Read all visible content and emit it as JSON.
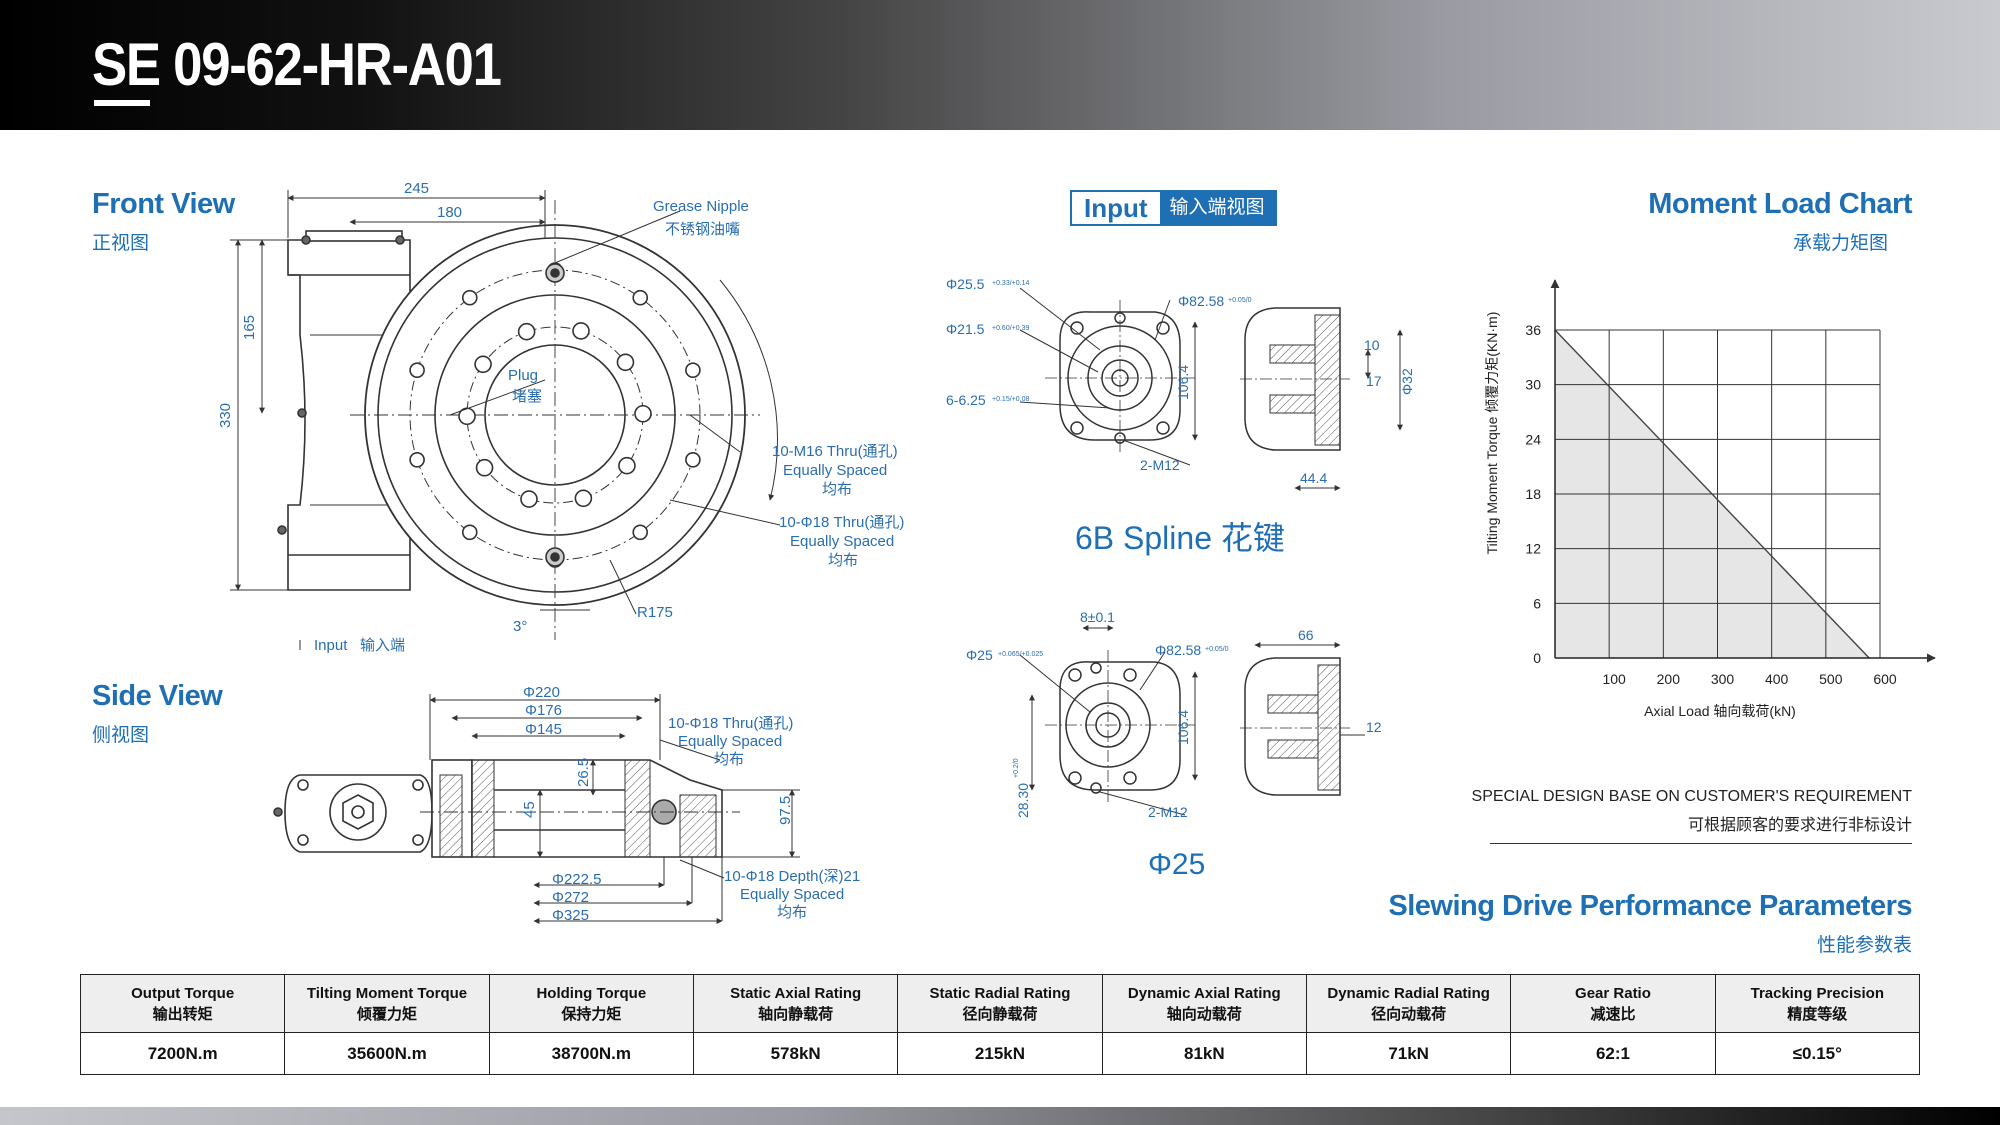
{
  "header": {
    "model": "SE 09-62-HR-A01"
  },
  "front_view": {
    "title": "Front View",
    "subtitle": "正视图",
    "dims": {
      "d245": "245",
      "d180": "180",
      "d165": "165",
      "d330": "330",
      "r175": "R175",
      "angle": "3°"
    },
    "grease_en": "Grease Nipple",
    "grease_cn": "不锈钢油嘴",
    "plug_en": "Plug",
    "plug_cn": "堵塞",
    "m16_1": "10-M16 Thru(通孔)",
    "m16_2": "Equally Spaced",
    "m16_3": "均布",
    "d18_1": "10-Φ18 Thru(通孔)",
    "d18_2": "Equally Spaced",
    "d18_3": "均布",
    "input_en": "Input",
    "input_cn": "输入端"
  },
  "side_view": {
    "title": "Side View",
    "subtitle": "侧视图",
    "dims": {
      "d220": "Φ220",
      "d176": "Φ176",
      "d145": "Φ145",
      "d26": "26.5",
      "d45": "45",
      "d97": "97.5",
      "d222": "Φ222.5",
      "d272": "Φ272",
      "d325": "Φ325"
    },
    "thru_1": "10-Φ18 Thru(通孔)",
    "thru_2": "Equally Spaced",
    "thru_3": "均布",
    "depth_1": "10-Φ18 Depth(深)21",
    "depth_2": "Equally Spaced",
    "depth_3": "均布"
  },
  "input_view": {
    "badge_en": "Input",
    "badge_cn": "输入端视图",
    "top": {
      "d255": "Φ25.5",
      "d255_tol": "+0.33/+0.14",
      "d215": "Φ21.5",
      "d215_tol": "+0.60/+0.39",
      "d625": "6-6.25",
      "d625_tol": "+0.15/+0.08",
      "d8258": "Φ82.58",
      "d8258_tol": "+0.05/0",
      "d1064": "106.4",
      "m12": "2-M12",
      "d10": "10",
      "d17": "17",
      "d32": "Φ32",
      "d444": "44.4"
    },
    "spline_label": "6B Spline 花键",
    "bottom": {
      "d8": "8±0.1",
      "d25": "Φ25",
      "d25_tol": "+0.065/+0.025",
      "d8258": "Φ82.58",
      "d8258_tol": "+0.05/0",
      "d1064": "106.4",
      "d2830": "28.30",
      "d2830_tol": "+0.2/0",
      "m12": "2-M12",
      "d66": "66",
      "d12": "12"
    },
    "phi_label": "Φ25"
  },
  "moment_chart": {
    "title": "Moment Load Chart",
    "subtitle": "承载力矩图"
  },
  "chart_data": {
    "type": "area",
    "title": "",
    "xlabel": "Axial Load 轴向载荷(kN)",
    "ylabel": "Tilting Moment Torque 倾覆力矩(KN·m)",
    "x_ticks": [
      "100",
      "200",
      "300",
      "400",
      "500",
      "600"
    ],
    "y_ticks": [
      "0",
      "6",
      "12",
      "18",
      "24",
      "30",
      "36"
    ],
    "xlim": [
      0,
      600
    ],
    "ylim": [
      0,
      36
    ],
    "grid": true,
    "x": [
      0,
      580
    ],
    "y": [
      36,
      0
    ]
  },
  "special": {
    "en": "SPECIAL DESIGN BASE ON CUSTOMER'S REQUIREMENT",
    "cn": "可根据顾客的要求进行非标设计"
  },
  "params": {
    "title": "Slewing Drive Performance Parameters",
    "subtitle": "性能参数表",
    "columns": [
      {
        "en": "Output Torque",
        "cn": "输出转矩",
        "value": "7200N.m"
      },
      {
        "en": "Tilting Moment Torque",
        "cn": "倾覆力矩",
        "value": "35600N.m"
      },
      {
        "en": "Holding Torque",
        "cn": "保持力矩",
        "value": "38700N.m"
      },
      {
        "en": "Static Axial Rating",
        "cn": "轴向静载荷",
        "value": "578kN"
      },
      {
        "en": "Static Radial Rating",
        "cn": "径向静载荷",
        "value": "215kN"
      },
      {
        "en": "Dynamic Axial Rating",
        "cn": "轴向动载荷",
        "value": "81kN"
      },
      {
        "en": "Dynamic Radial Rating",
        "cn": "径向动载荷",
        "value": "71kN"
      },
      {
        "en": "Gear Ratio",
        "cn": "减速比",
        "value": "62:1"
      },
      {
        "en": "Tracking Precision",
        "cn": "精度等级",
        "value": "≤0.15°"
      }
    ]
  },
  "colors": {
    "accent": "#1f6fb5",
    "line": "#333333"
  }
}
